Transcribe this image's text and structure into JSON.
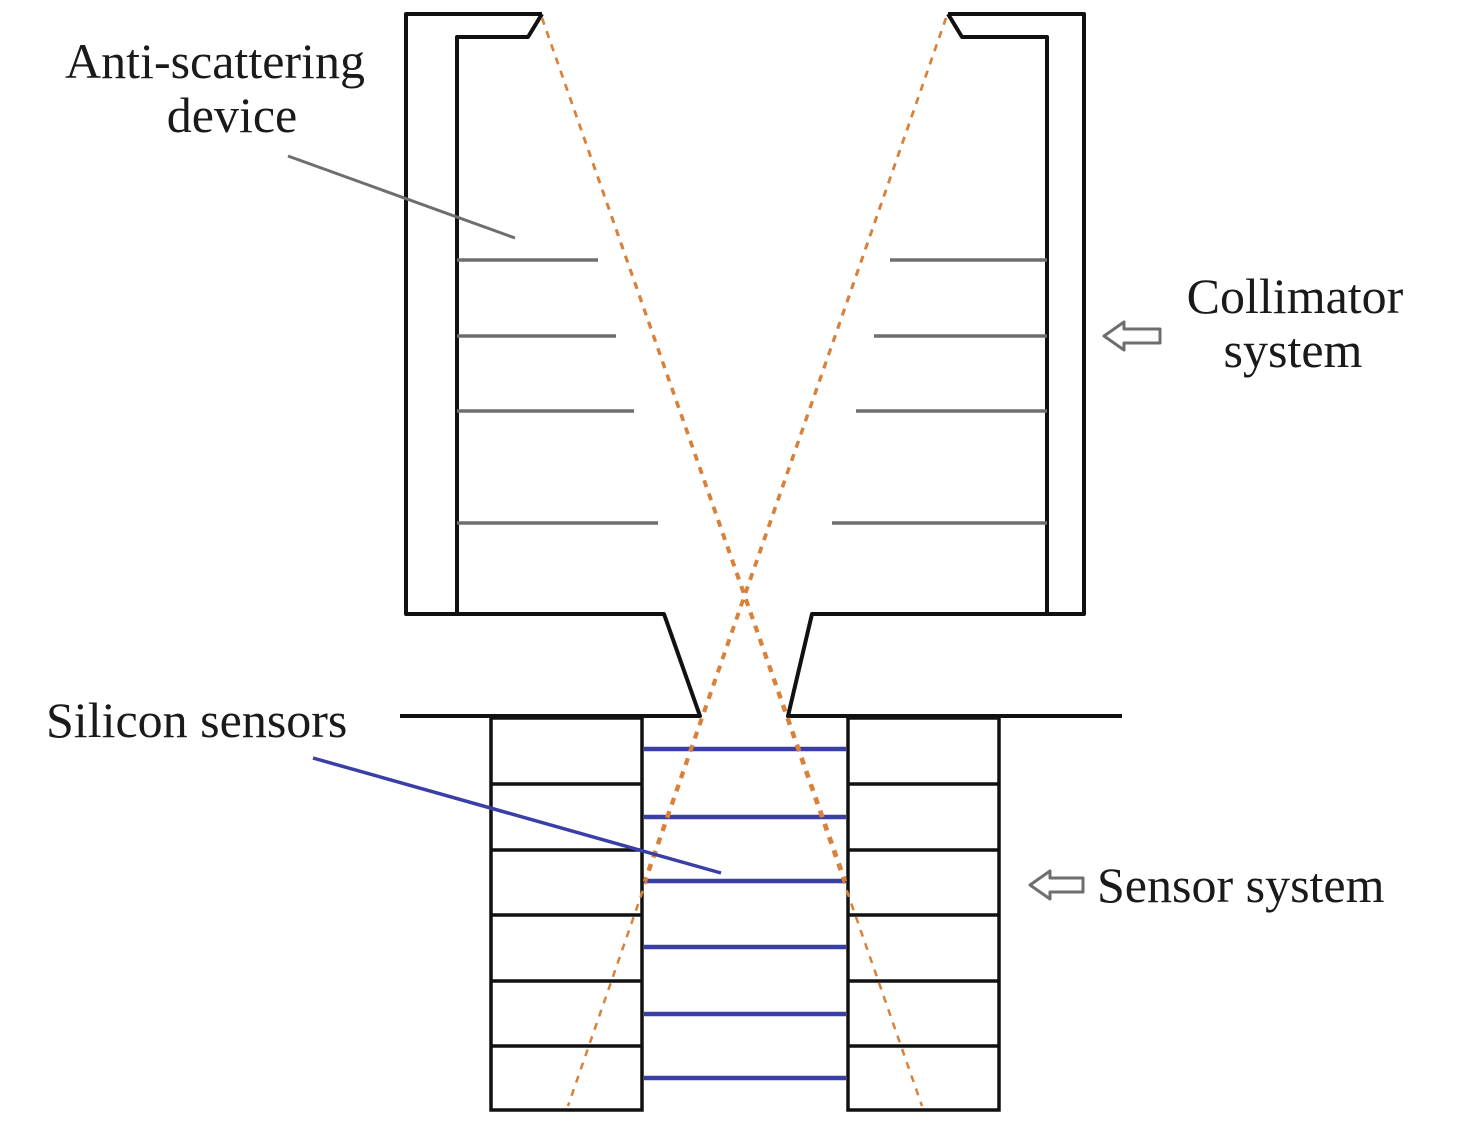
{
  "labels": {
    "anti_scattering_line1": "Anti-scattering",
    "anti_scattering_line2": "device",
    "collimator_line1": "Collimator",
    "collimator_line2": "system",
    "silicon_sensors": "Silicon sensors",
    "sensor_system": "Sensor system"
  },
  "colors": {
    "structure": "#111111",
    "baffle": "#6e6e6e",
    "sensor": "#3a3fa8",
    "ray": "#d9813a",
    "leader_gray": "#6e6e6e",
    "leader_blue": "#3a3fa8",
    "arrow": "#6e6e6e"
  },
  "counts": {
    "baffles_per_side": 4,
    "sensor_layers": 6,
    "sensor_cells_per_side": 6
  }
}
